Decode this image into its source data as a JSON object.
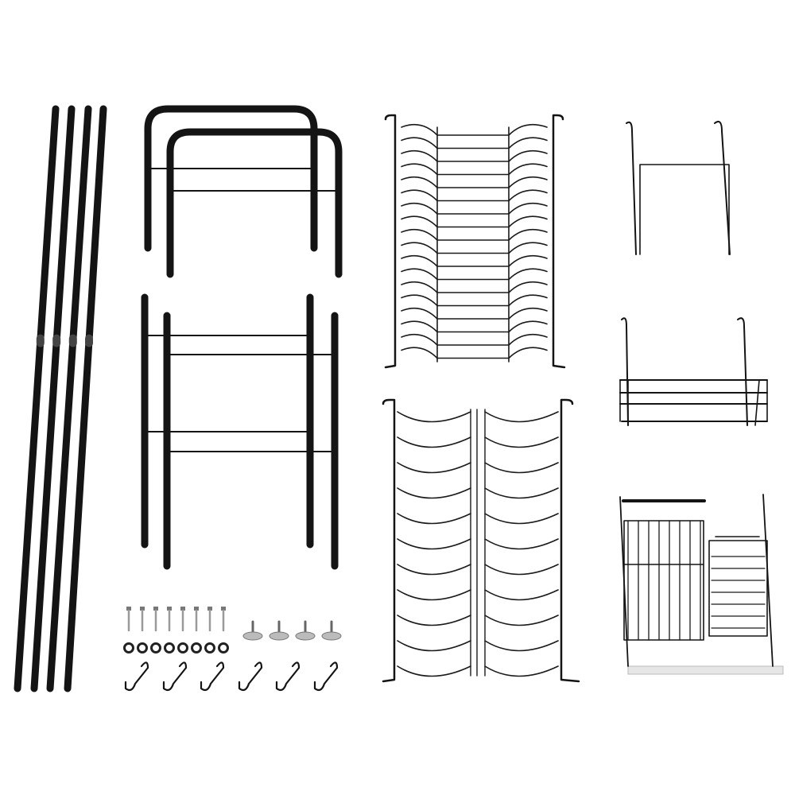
{
  "colors": {
    "background": "#ffffff",
    "metal": "#141414",
    "wire": "#1a1a1a",
    "tray": "#e6e6e6",
    "hardware": "#9a9a9a"
  },
  "icons": [
    "pole",
    "u-frame",
    "side-frame",
    "plate-rack",
    "bowl-rack",
    "hanger",
    "basket",
    "utensil-holder",
    "screw",
    "washer",
    "foot",
    "s-hook"
  ]
}
